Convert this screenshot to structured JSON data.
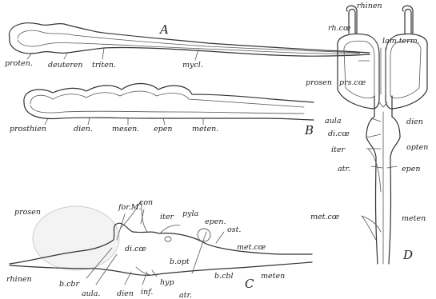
{
  "figure_a": {
    "letter": "A",
    "labels": {
      "proten": "proten.",
      "deuteren": "deuteren",
      "triten": "triten.",
      "mycl": "mycl."
    }
  },
  "figure_b": {
    "letter": "B",
    "labels": {
      "prosthien": "prosthien",
      "dien": "dien.",
      "mesen": "mesen.",
      "epen": "epen",
      "meten": "meten."
    }
  },
  "figure_c": {
    "letter": "C",
    "labels": {
      "for_m": "for.M.",
      "con": "con",
      "iter": "iter",
      "pyla": "pyla",
      "epen": "epen.",
      "ost": "ost.",
      "prosen": "prosen",
      "di_coe": "di.cœ",
      "met_coe": "met.cœ",
      "b_opt": "b.opt",
      "hyp": "hyp",
      "b_cbl": "b.cbl",
      "meten": "meten",
      "rhinen": "rhinen",
      "b_cbr": "b.cbr",
      "aula": "aula.",
      "dien": "dien",
      "inf": "inf.",
      "atr": "atr."
    }
  },
  "figure_d": {
    "letter": "D",
    "labels": {
      "rhinen": "rhinen",
      "rh_coe": "rh.cœ",
      "lam_term": "lam.term.",
      "prosen": "prosen",
      "prs_coe": "prs.cœ",
      "aula": "aula",
      "di_coe": "di.cœ",
      "dien": "dien",
      "iter": "iter",
      "opten": "opten",
      "atr": "atr.",
      "epen": "epen",
      "met_coe": "met.cœ",
      "meten": "meten"
    }
  }
}
